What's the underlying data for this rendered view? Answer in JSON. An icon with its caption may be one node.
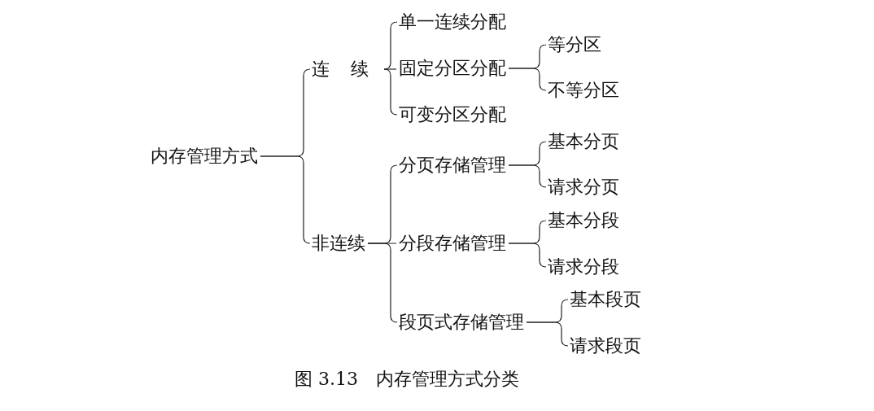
{
  "diagram": {
    "caption": "图 3.13　内存管理方式分类",
    "nodes": [
      {
        "text": [
          "内存管理方式"
        ]
      },
      {
        "text": [
          "连续"
        ]
      },
      {
        "text": [
          "单一连续分配"
        ]
      },
      {
        "text": [
          "固定分区分配"
        ]
      },
      {
        "text": [
          "等分区"
        ]
      },
      {
        "text": [
          "不等分区"
        ]
      },
      {
        "text": [
          "可变分区分配"
        ]
      },
      {
        "text": [
          "非连续"
        ]
      },
      {
        "text": [
          "分页存储管理"
        ]
      },
      {
        "text": [
          "基本分页"
        ]
      },
      {
        "text": [
          "请求分页"
        ]
      },
      {
        "text": [
          "分段存储管理"
        ]
      },
      {
        "text": [
          "基本分段"
        ]
      },
      {
        "text": [
          "请求分段"
        ]
      },
      {
        "text": [
          "段页式存储管理"
        ]
      },
      {
        "text": [
          "基本段页"
        ]
      },
      {
        "text": [
          "请求段页"
        ]
      }
    ],
    "edges": [
      {
        "from": 0,
        "to": 1,
        "arrow": "none"
      },
      {
        "from": 0,
        "to": 7,
        "arrow": "none"
      },
      {
        "from": 1,
        "to": 2,
        "arrow": "none"
      },
      {
        "from": 1,
        "to": 3,
        "arrow": "none"
      },
      {
        "from": 1,
        "to": 6,
        "arrow": "none"
      },
      {
        "from": 3,
        "to": 4,
        "arrow": "none"
      },
      {
        "from": 3,
        "to": 5,
        "arrow": "none"
      },
      {
        "from": 7,
        "to": 8,
        "arrow": "none"
      },
      {
        "from": 7,
        "to": 11,
        "arrow": "none"
      },
      {
        "from": 7,
        "to": 14,
        "arrow": "none"
      },
      {
        "from": 8,
        "to": 9,
        "arrow": "none"
      },
      {
        "from": 8,
        "to": 10,
        "arrow": "none"
      },
      {
        "from": 11,
        "to": 12,
        "arrow": "none"
      },
      {
        "from": 11,
        "to": 13,
        "arrow": "none"
      },
      {
        "from": 14,
        "to": 15,
        "arrow": "none"
      },
      {
        "from": 14,
        "to": 16,
        "arrow": "none"
      }
    ]
  }
}
